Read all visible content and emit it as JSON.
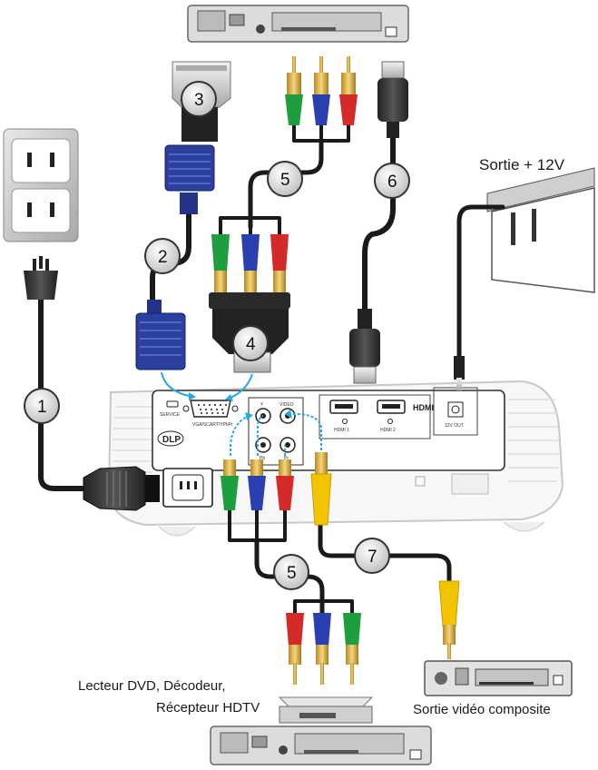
{
  "callouts": [
    "1",
    "2",
    "3",
    "4",
    "5",
    "6",
    "5",
    "7"
  ],
  "labels": {
    "screen_output": "Sortie + 12V",
    "source_line1": "Lecteur DVD, Décodeur,",
    "source_line2": "Récepteur HDTV",
    "composite_output": "Sortie vidéo composite"
  },
  "panel": {
    "service": "SERVICE",
    "vga": "VGA/SCART/YPbPr",
    "y": "Y",
    "video": "VIDEO",
    "pb": "Pb",
    "pr": "Pr",
    "hdmi1": "HDMI 1",
    "hdmi2": "HDMI 2",
    "hdmi_logo": "HDMI",
    "out12v": "12V OUT",
    "dlp": "DLP"
  },
  "colors": {
    "cable": "#1a1a1a",
    "arrow": "#29a9e1",
    "green_plug": "#1e9e3e",
    "blue_plug": "#2a3fb0",
    "red_plug": "#d42a2a",
    "yellow_plug": "#f2c400",
    "vga_blue": "#2b3f9c"
  }
}
